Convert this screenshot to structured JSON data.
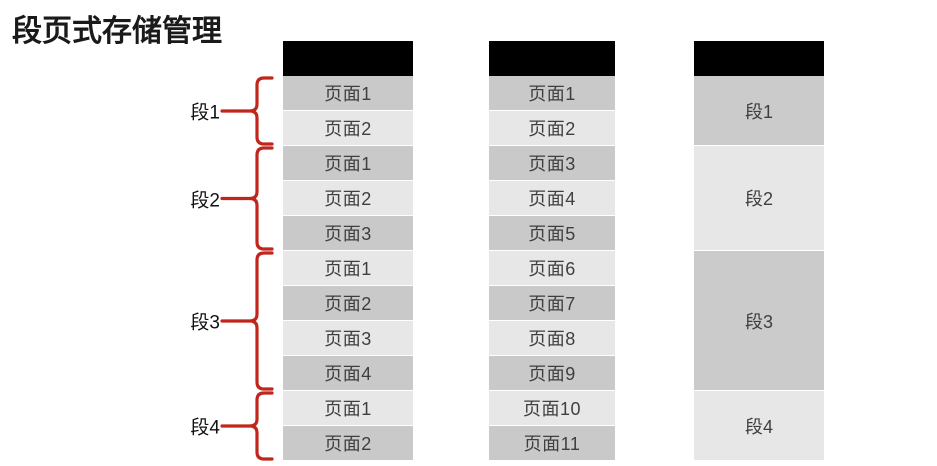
{
  "title": "段页式存储管理",
  "theme": {
    "header_bar_color": "#000000",
    "row_dark": "#c9c9c9",
    "row_light": "#e7e7e7",
    "bracket_red": "#c0261c",
    "text_color": "#3f3f3f",
    "title_color": "#1a1a1a",
    "background": "#ffffff"
  },
  "segments": [
    {
      "label": "段1",
      "page_count": 2
    },
    {
      "label": "段2",
      "page_count": 3
    },
    {
      "label": "段3",
      "page_count": 4
    },
    {
      "label": "段4",
      "page_count": 2
    }
  ],
  "columns": {
    "pages": {
      "header": "",
      "rows": [
        "页面1",
        "页面2",
        "页面1",
        "页面2",
        "页面3",
        "页面1",
        "页面2",
        "页面3",
        "页面4",
        "页面1",
        "页面2"
      ]
    },
    "frames": {
      "header": "",
      "rows": [
        "页面1",
        "页面2",
        "页面3",
        "页面4",
        "页面5",
        "页面6",
        "页面7",
        "页面8",
        "页面9",
        "页面10",
        "页面11"
      ]
    },
    "segment_table": {
      "header": "",
      "rows": [
        {
          "label": "段1",
          "span": 2
        },
        {
          "label": "段2",
          "span": 3
        },
        {
          "label": "段3",
          "span": 4
        },
        {
          "label": "段4",
          "span": 2
        }
      ]
    }
  },
  "bracket_labels": [
    "段1",
    "段2",
    "段3",
    "段4"
  ]
}
